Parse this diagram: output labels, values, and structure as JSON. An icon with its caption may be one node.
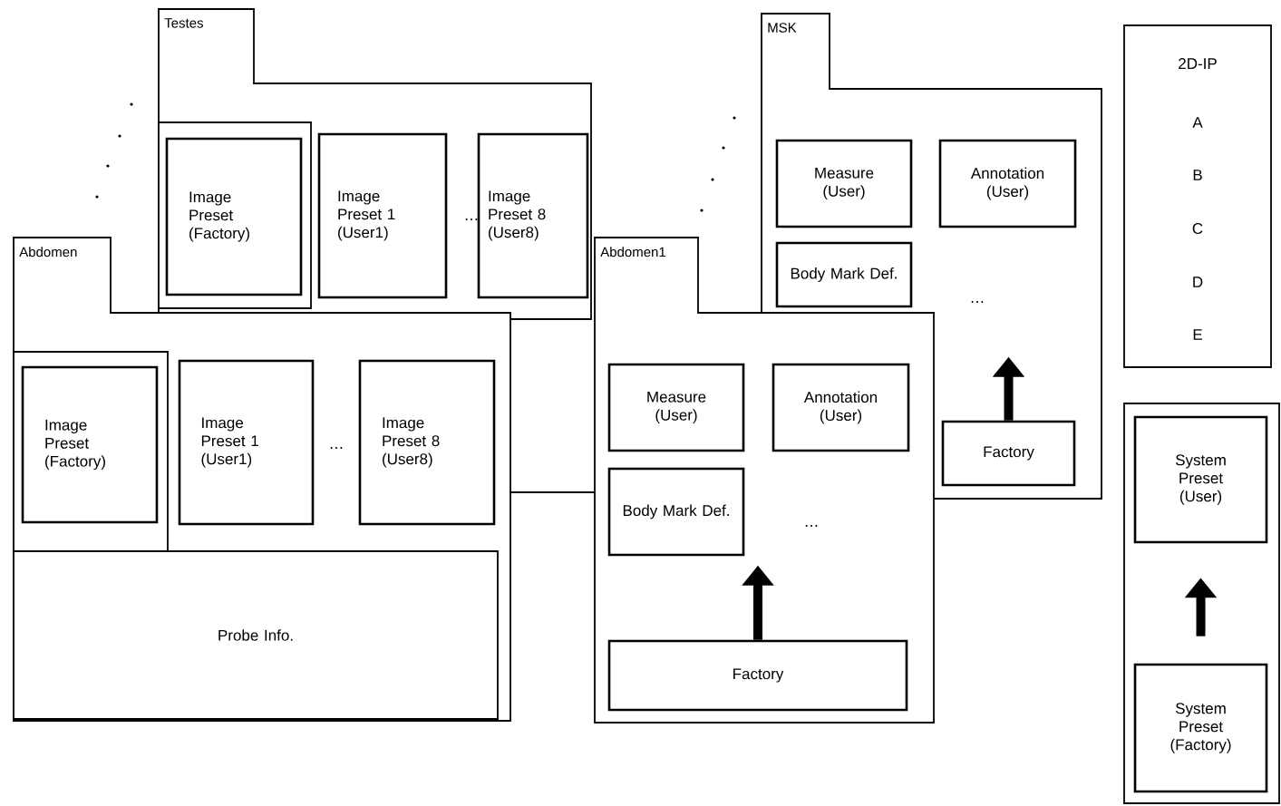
{
  "diagram": {
    "nodes": [
      {
        "text": [
          "Testes"
        ]
      },
      {
        "text": [],
        "shape": "box",
        "in": 0
      },
      {
        "text": [
          "Image Preset (Factory)"
        ],
        "in": 1
      },
      {
        "text": [
          "Image Preset 1 (User1)"
        ],
        "in": 0
      },
      {
        "text": [
          "Image Preset 8 (User8)"
        ],
        "in": 0
      },
      {
        "text": [
          "MSK"
        ]
      },
      {
        "text": [
          "Measure (User)"
        ],
        "in": 5
      },
      {
        "text": [
          "Annotation (User)"
        ],
        "in": 5
      },
      {
        "text": [
          "Body Mark Def."
        ],
        "in": 5
      },
      {
        "text": [
          "Factory"
        ],
        "in": 5
      },
      {
        "text": [
          "Abdomen"
        ]
      },
      {
        "text": [],
        "shape": "box",
        "in": 10
      },
      {
        "text": [
          "Image Preset (Factory)"
        ],
        "in": 11
      },
      {
        "text": [
          "Image Preset 1 (User1)"
        ],
        "in": 10
      },
      {
        "text": [
          "Image Preset 8 (User8)"
        ],
        "in": 10
      },
      {
        "text": [
          "Probe Info."
        ],
        "in": 10
      },
      {
        "text": [
          "Abdomen1"
        ]
      },
      {
        "text": [
          "Measure (User)"
        ],
        "in": 16
      },
      {
        "text": [
          "Annotation (User)"
        ]
      },
      {
        "text": [
          "Body Mark Def."
        ],
        "in": 16
      },
      {
        "text": [
          "Factory"
        ],
        "in": 16
      },
      {
        "text": [
          "2D-IP",
          "A",
          "B",
          "C",
          "D",
          "E"
        ]
      },
      {
        "text": [],
        "shape": "box"
      },
      {
        "text": [
          "System Preset (User)"
        ],
        "in": 22
      },
      {
        "text": [
          "System Preset (Factory)"
        ],
        "in": 22
      }
    ],
    "edges": [
      {
        "from": 9,
        "to": null,
        "arrow": "to"
      },
      {
        "from": 20,
        "to": null,
        "arrow": "to"
      },
      {
        "from": 24,
        "to": 23,
        "arrow": "to"
      }
    ],
    "labels": [
      "…",
      "…",
      "…",
      "…"
    ]
  }
}
